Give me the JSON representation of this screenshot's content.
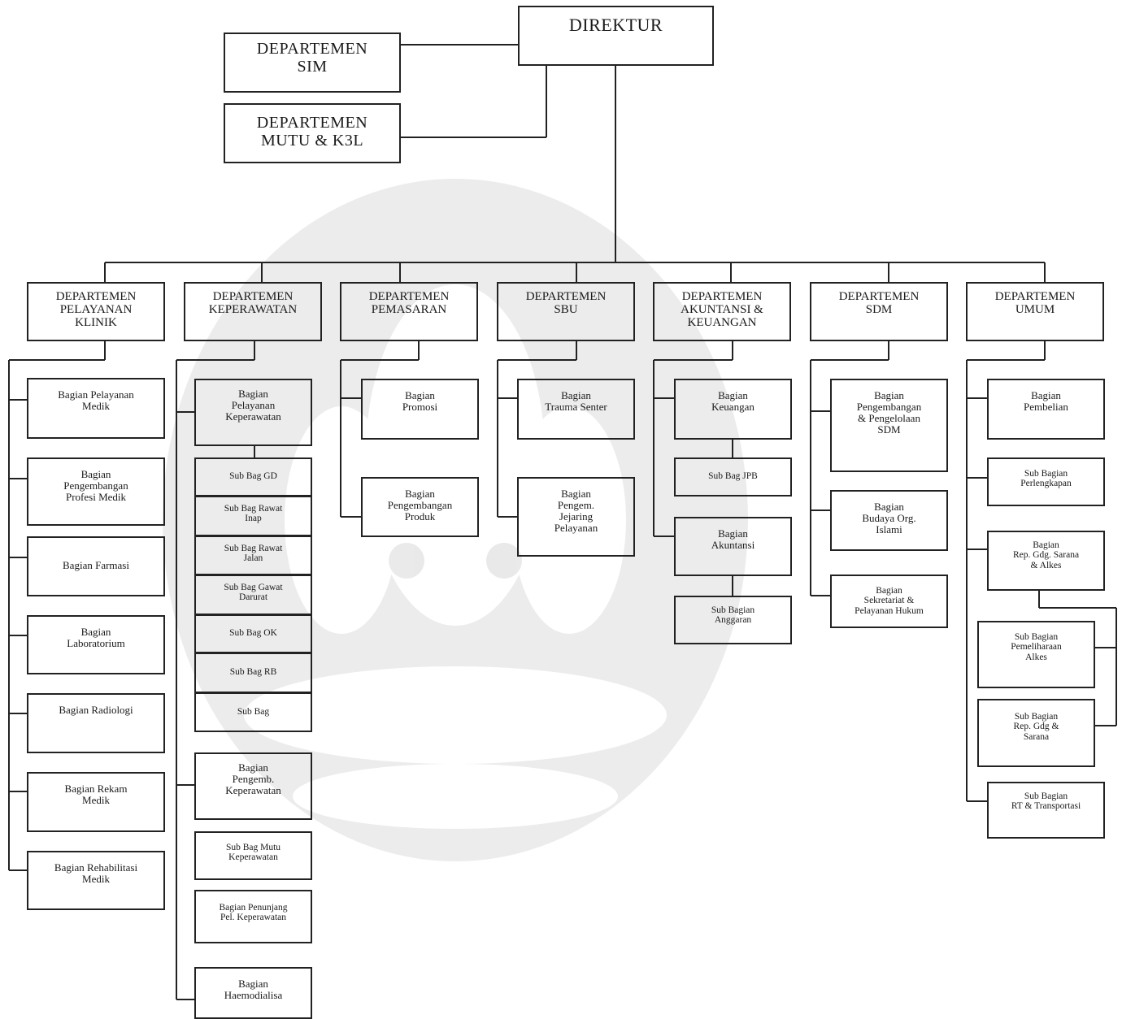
{
  "top": {
    "direktur": "DIREKTUR",
    "sim": "DEPARTEMEN\nSIM",
    "mutu": "DEPARTEMEN\nMUTU & K3L"
  },
  "departments": {
    "pelayanan_klinik": "DEPARTEMEN\nPELAYANAN\nKLINIK",
    "keperawatan": "DEPARTEMEN\nKEPERAWATAN",
    "pemasaran": "DEPARTEMEN\nPEMASARAN",
    "sbu": "DEPARTEMEN\nSBU",
    "akuntansi": "DEPARTEMEN\nAKUNTANSI &\nKEUANGAN",
    "sdm": "DEPARTEMEN\nSDM",
    "umum": "DEPARTEMEN\nUMUM"
  },
  "pelayanan_klinik": {
    "pelayanan_medik": "Bagian Pelayanan\nMedik",
    "pengembangan_profesi": "Bagian\nPengembangan\nProfesi Medik",
    "farmasi": "Bagian Farmasi",
    "laboratorium": "Bagian\nLaboratorium",
    "radiologi": "Bagian Radiologi",
    "rekam_medik": "Bagian Rekam\nMedik",
    "rehabilitasi": "Bagian Rehabilitasi\nMedik"
  },
  "keperawatan": {
    "pelayanan_keperawatan": "Bagian\nPelayanan\nKeperawatan",
    "sub_gd": "Sub Bag GD",
    "sub_rawat_inap": "Sub Bag Rawat\nInap",
    "sub_rawat_jalan": "Sub Bag Rawat\nJalan",
    "sub_gawat_darurat": "Sub Bag Gawat\nDarurat",
    "sub_ok": "Sub Bag OK",
    "sub_rb": "Sub Bag RB",
    "sub_last": "Sub Bag",
    "pengemb_keperawatan": "Bagian\nPengemb.\nKeperawatan",
    "sub_mutu_keperawatan": "Sub Bag Mutu\nKeperawatan",
    "penunjang": "Bagian Penunjang\nPel. Keperawatan",
    "haemodialisa": "Bagian\nHaemodialisa"
  },
  "pemasaran": {
    "promosi": "Bagian\nPromosi",
    "pengembangan_produk": "Bagian\nPengembangan\nProduk"
  },
  "sbu": {
    "trauma": "Bagian\nTrauma Senter",
    "pengem_jejaring": "Bagian\nPengem.\nJejaring\nPelayanan"
  },
  "akuntansi": {
    "keuangan": "Bagian\nKeuangan",
    "sub_jpb": "Sub Bag JPB",
    "akuntansi": "Bagian\nAkuntansi",
    "sub_anggaran": "Sub Bagian\nAnggaran"
  },
  "sdm": {
    "pengembangan": "Bagian\nPengembangan\n& Pengelolaan\nSDM",
    "budaya": "Bagian\nBudaya Org.\nIslami",
    "sekretariat": "Bagian\nSekretariat &\nPelayanan Hukum"
  },
  "umum": {
    "pembelian": "Bagian\nPembelian",
    "perlengkapan": "Sub Bagian\nPerlengkapan",
    "rep_gdg": "Bagian\nRep. Gdg. Sarana\n& Alkes",
    "pemeliharaan": "Sub Bagian\nPemeliharaan\nAlkes",
    "rep_gdg_sarana": "Sub Bagian\nRep. Gdg &\nSarana",
    "rt": "Sub Bagian\nRT & Transportasi"
  },
  "colors": {
    "line": "#222222",
    "watermark": "#d9d9d9"
  }
}
